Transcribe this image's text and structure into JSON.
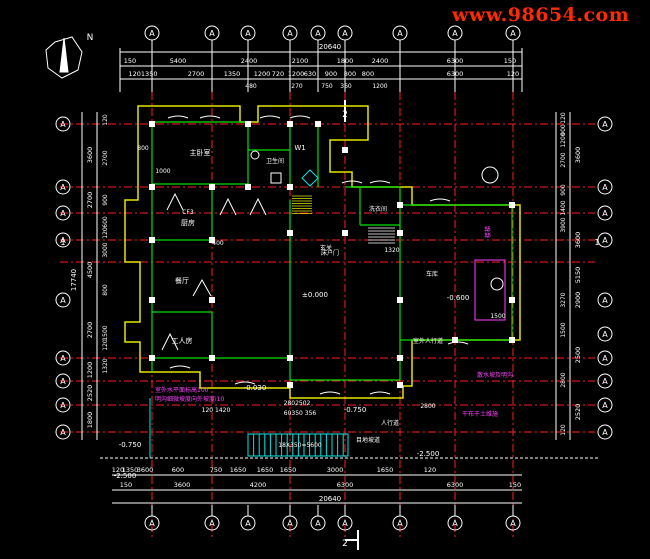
{
  "watermark": "www.98654.com",
  "north": "N",
  "axis_letter": "A",
  "section_mark": "2",
  "side_section_mark": "1",
  "total_width": "20640",
  "total_height": "17740",
  "top_dims_row1": [
    "150",
    "5400",
    "2400",
    "2100",
    "1800",
    "2400",
    "6300",
    "150"
  ],
  "top_dims_row2": [
    "1201350",
    "2700",
    "1350",
    "1200",
    "720",
    "1200",
    "630",
    "900",
    "800",
    "800",
    "6300",
    "120"
  ],
  "top_dims_row3": [
    "480",
    "270",
    "750",
    "360",
    "1200"
  ],
  "bottom_dims_row1": [
    "120",
    "1350",
    "3600",
    "600",
    "750",
    "1650",
    "1650",
    "1650",
    "3000",
    "1650",
    "120"
  ],
  "bottom_dims_row2": [
    "150",
    "3600",
    "4200",
    "6300",
    "6300",
    "150"
  ],
  "bottom_misc": [
    "1800",
    "750"
  ],
  "left_dims_outer": [
    "3600",
    "2700",
    "4500",
    "2700",
    "1200",
    "2520",
    "1800"
  ],
  "left_dims_inner": [
    "120",
    "2700",
    "900",
    "600",
    "120",
    "3000",
    "800",
    "1500",
    "120",
    "1320"
  ],
  "right_dims_outer": [
    "3600",
    "3600",
    "5150",
    "2900",
    "2500",
    "2520"
  ],
  "right_dims_inner": [
    "120",
    "900",
    "1200",
    "2700",
    "900",
    "1400",
    "3900",
    "3270",
    "1500",
    "2800",
    "120"
  ],
  "rooms": {
    "master_bedroom": "主卧室",
    "bathroom": "卫生间",
    "kitchen": "厨房",
    "restaurant": "餐厅",
    "servant": "工人房",
    "laundry": "洗衣间",
    "garage": "车库",
    "entrance": "玄关",
    "cf": "CF3"
  },
  "labels": {
    "w1": "W1",
    "door": "床户门",
    "stair": "楼梯",
    "walkway": "室外人行道",
    "people_path": "人行道",
    "steps": "18X350=5600",
    "slope": "目地坡道",
    "note1": "室外水平面标高100",
    "note2": "明沟细微坡度向外坡度i10",
    "apron": "散水坡及明沟",
    "ramp": "干布干土维施",
    "level_0": "±0.000",
    "level_030": "-0.030",
    "level_060": "-0.600",
    "level_075": "-0.750",
    "level_250": "-2.500",
    "level_left": "-0.750",
    "level_bottom": "-2.500",
    "d_1420": "120  1420",
    "d_2802": "2802502",
    "d_630": "60350 356",
    "d_2800": "2800",
    "d_1500": "1500",
    "d_1320": "1320",
    "d_400": "400",
    "d_800": "800",
    "d_1000": "1000"
  },
  "colors": {
    "background": "#000000",
    "wall_yellow": "#e6e600",
    "axis_red": "#ff2020",
    "wall_green": "#00e000",
    "white": "#ffffff",
    "cyan": "#00e6e6",
    "magenta": "#ff40ff",
    "watermark": "#ff2a00"
  }
}
